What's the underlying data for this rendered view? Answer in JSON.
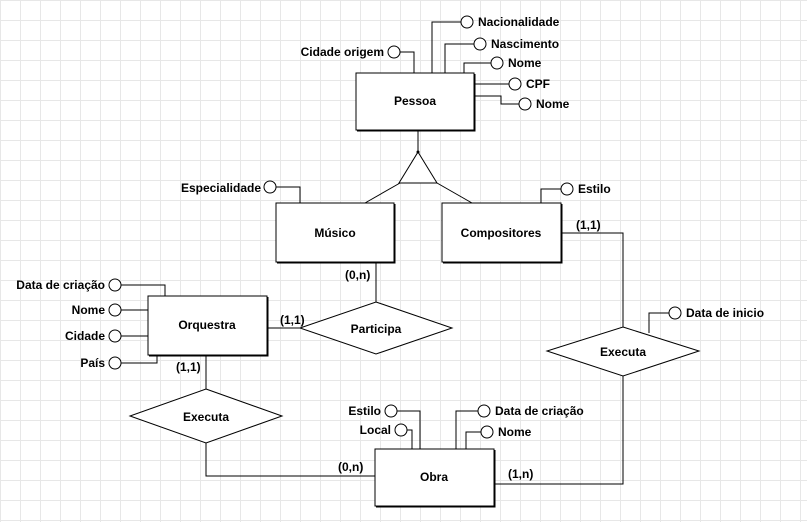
{
  "entities": {
    "pessoa": "Pessoa",
    "musico": "Músico",
    "compositores": "Compositores",
    "orquestra": "Orquestra",
    "obra": "Obra"
  },
  "relationships": {
    "participa": "Participa",
    "executa_orquestra": "Executa",
    "executa_compositor": "Executa"
  },
  "attributes": {
    "nacionalidade": "Nacionalidade",
    "nascimento": "Nascimento",
    "nome_pessoa_1": "Nome",
    "cpf": "CPF",
    "nome_pessoa_2": "Nome",
    "cidade_origem": "Cidade origem",
    "especialidade": "Especialidade",
    "estilo_compositor": "Estilo",
    "data_inicio": "Data de inicio",
    "orq_data_criacao": "Data de criação",
    "orq_nome": "Nome",
    "orq_cidade": "Cidade",
    "orq_pais": "País",
    "obra_estilo": "Estilo",
    "obra_local": "Local",
    "obra_data_criacao": "Data de criação",
    "obra_nome": "Nome"
  },
  "cardinalities": {
    "musico_participa": "(0,n)",
    "orquestra_participa": "(1,1)",
    "orquestra_executa": "(1,1)",
    "obra_executa_orq": "(0,n)",
    "compositores_executa": "(1,1)",
    "obra_executa_comp": "(1,n)"
  }
}
